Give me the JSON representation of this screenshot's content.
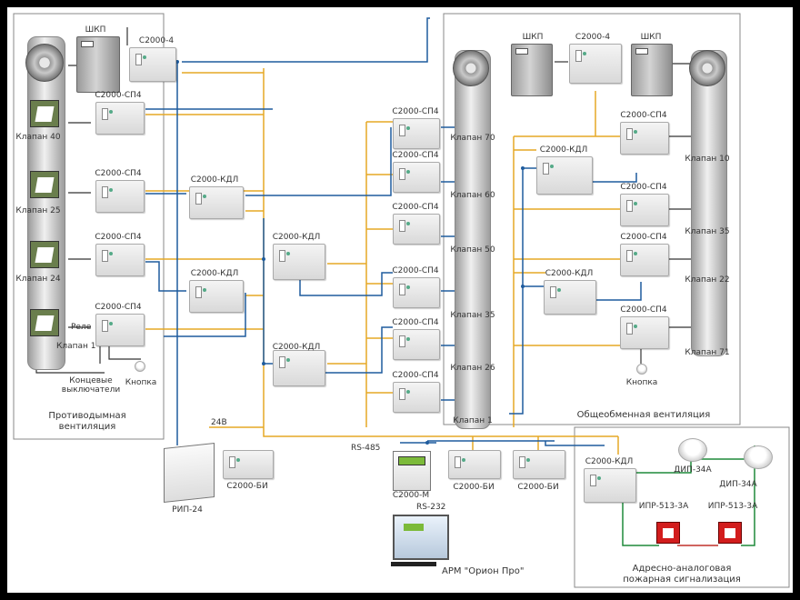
{
  "diagram": {
    "regions": {
      "supply_ventilation": "Противодымная\nвентиляция",
      "general_ventilation": "Общеобменная вентиляция",
      "fire_alarm": "Адресно-аналоговая\nпожарная сигнализация"
    },
    "left": {
      "cabinet": "ШКП",
      "module_top": "С2000-4",
      "modules": [
        "С2000-СП4",
        "С2000-СП4",
        "С2000-СП4",
        "С2000-СП4"
      ],
      "valves": [
        "Клапан 40",
        "Клапан 25",
        "Клапан 24",
        "Клапан 1"
      ],
      "kdl_modules": [
        "С2000-КДЛ",
        "С2000-КДЛ"
      ],
      "rele": "Реле",
      "lower_labels": [
        "Клапан 1",
        "Концевые\nвыключатели",
        "Кнопка"
      ]
    },
    "center": {
      "kdl_modules": [
        "С2000-КДЛ",
        "С2000-КДЛ"
      ],
      "sp4_modules": [
        "С2000-СП4",
        "С2000-СП4",
        "С2000-СП4",
        "С2000-СП4",
        "С2000-СП4",
        "С2000-СП4"
      ],
      "valves": [
        "Клапан 70",
        "Клапан 60",
        "Клапан 50",
        "Клапан 35",
        "Клапан 26",
        "Клапан 1"
      ]
    },
    "right": {
      "cabinet_left": "ШКП",
      "cabinet_right": "ШКП",
      "module_top": "С2000-4",
      "kdl_modules": [
        "С2000-КДЛ",
        "С2000-КДЛ"
      ],
      "sp4_modules": [
        "С2000-СП4",
        "С2000-СП4",
        "С2000-СП4",
        "С2000-СП4"
      ],
      "valves": [
        "Клапан 10",
        "Клапан 35",
        "Клапан 22",
        "Клапан 71"
      ],
      "button": "Кнопка"
    },
    "bottom": {
      "power_label": "24В",
      "power_unit": "РИП-24",
      "bi_left": "С2000-БИ",
      "bus_label": "RS-485",
      "m_panel": "С2000-М",
      "rs232_label": "RS-232",
      "workstation": "АРМ \"Орион Про\"",
      "bi_mid": "С2000-БИ",
      "bi_right": "С2000-БИ"
    },
    "fire": {
      "kdl": "С2000-КДЛ",
      "detector1": "ДИП-34А",
      "detector2": "ДИП-34А",
      "callpoint1": "ИПР-513-3А",
      "callpoint2": "ИПР-513-3А"
    }
  },
  "colors": {
    "blue_line": "#1f5c9e",
    "orange_line": "#e6a825",
    "black_line": "#333333",
    "green_line": "#1f8a3a",
    "red_line": "#c0302a"
  }
}
